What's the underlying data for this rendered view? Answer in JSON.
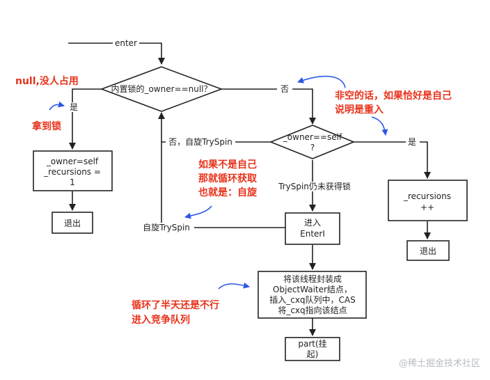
{
  "diagram": {
    "enter": "enter",
    "decision_owner_null": "内置锁的_owner==null？",
    "no_label_top": "否",
    "yes_label_left": "是",
    "decision_owner_self_line1": "_owner==self",
    "decision_owner_self_line2": "?",
    "yes_label_right": "是",
    "set_owner_line1": "_owner=self",
    "set_owner_line2": "_recursions =",
    "set_owner_line3": "1",
    "exit_left": "退出",
    "no_spin_label": "否，自旋TrySpin",
    "tryspin_fail_label": "TrySpin仍未获得锁",
    "recursions_line1": "_recursions",
    "recursions_line2": "++",
    "exit_right": "退出",
    "enteri_line1": "进入",
    "enteri_line2": "EnterI",
    "spin_label": "自旋TrySpin",
    "waiter_line1": "将该线程封装成",
    "waiter_line2": "ObjectWaiter结点，",
    "waiter_line3": "插入_cxq队列中，CAS",
    "waiter_line4": "将_cxq指向该结点",
    "park_line1": "part(挂",
    "park_line2": "起)"
  },
  "annotations": {
    "null_nobody": "null,没人占用",
    "got_lock": "拿到锁",
    "not_null_line1": "非空的话，如果恰好是自己",
    "not_null_line2": "说明是重入",
    "not_self_line1": "如果不是自己",
    "not_self_line2": "那就循环获取",
    "not_self_line3": "也就是：自旋",
    "loop_fail_line1": "循环了半天还是不行",
    "loop_fail_line2": "进入竞争队列"
  },
  "watermark": "@稀土掘金技术社区",
  "colors": {
    "annotation": "#e8331c",
    "pointer": "#2a56e8",
    "stroke": "#222222",
    "watermark": "#b8bcc2"
  }
}
